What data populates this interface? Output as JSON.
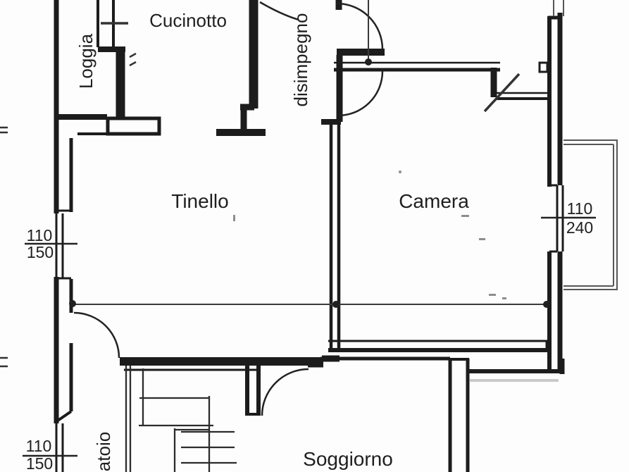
{
  "rooms": {
    "cucinotto": "Cucinotto",
    "loggia": "Loggia",
    "disimpegno": "disimpegno",
    "tinello": "Tinello",
    "camera": "Camera",
    "soggiorno": "Soggiorno",
    "lavatoio_partial": "atoio"
  },
  "dimensions": {
    "left_upper_window": {
      "width": "110",
      "height": "150"
    },
    "left_lower_window": {
      "width": "110",
      "height": "150"
    },
    "right_window": {
      "width": "110",
      "height": "240"
    }
  },
  "colors": {
    "wall": "#1c1c1c",
    "ink": "#1f1f1f",
    "thin": "#3a3a3a",
    "stair": "#2c2c2c",
    "balcony": "#565656",
    "bg": "#fdfdfd"
  }
}
